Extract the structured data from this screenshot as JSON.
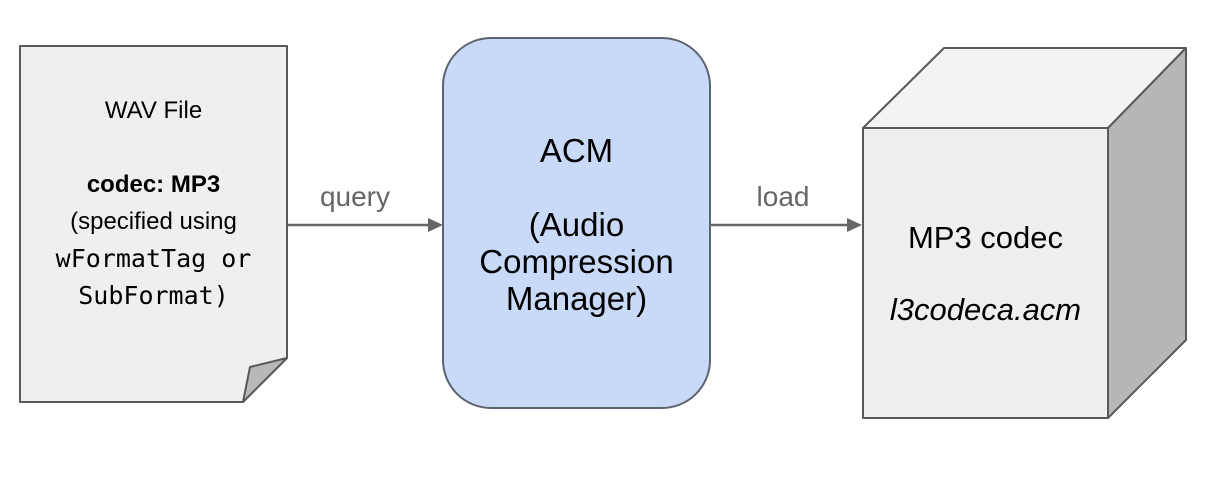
{
  "diagram": {
    "background_color": "#ffffff",
    "label_color": "#666666",
    "arrow_color": "#666666",
    "nodes": {
      "wav_file": {
        "shape": "document-folded-corner",
        "title": "WAV File",
        "codec_line": "codec: MP3",
        "detail_line_1": "(specified using",
        "detail_line_2": "wFormatTag or",
        "detail_line_3": "SubFormat)",
        "fill": "#efefef",
        "fold_fill": "#b8b8b8",
        "stroke": "#595959",
        "text_color": "#000000"
      },
      "acm": {
        "shape": "rounded-rectangle",
        "title": "ACM",
        "subtitle_line_1": "(Audio",
        "subtitle_line_2": "Compression",
        "subtitle_line_3": "Manager)",
        "fill": "#c9daf8",
        "stroke": "#5c6470",
        "text_color": "#000000"
      },
      "mp3_codec": {
        "shape": "cube-3d",
        "title": "MP3 codec",
        "filename": "l3codeca.acm",
        "front_fill": "#efefef",
        "top_fill": "#f3f3f3",
        "side_fill": "#b6b6b6",
        "stroke": "#595959",
        "text_color": "#000000"
      }
    },
    "edges": [
      {
        "label": "query",
        "from": "wav_file",
        "to": "acm"
      },
      {
        "label": "load",
        "from": "acm",
        "to": "mp3_codec"
      }
    ]
  }
}
